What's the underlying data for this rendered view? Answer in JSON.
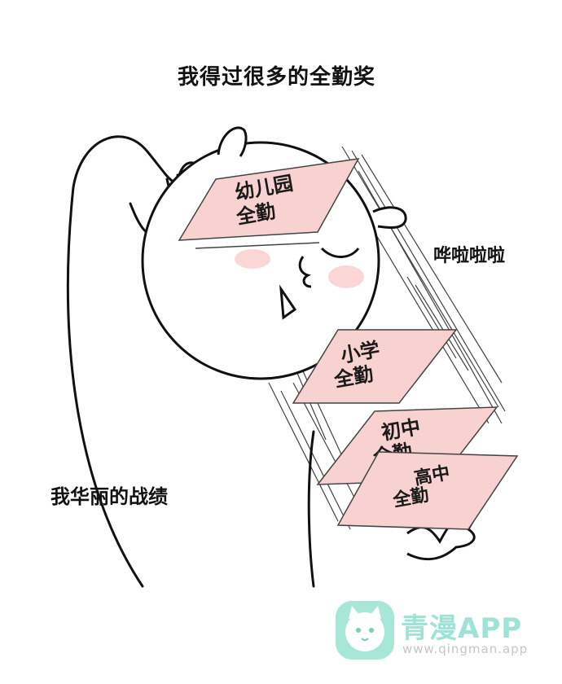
{
  "captions": {
    "title": "我得过很多的全勤奖",
    "sound_effect": "哗啦啦啦",
    "record": "我华丽的战绩"
  },
  "certificates": [
    {
      "line1": "幼儿园",
      "line2": "全勤"
    },
    {
      "line1": "小学",
      "line2": "全勤"
    },
    {
      "line1": "初中",
      "line2": "全勤"
    },
    {
      "line1": "高中",
      "line2": "全勤"
    }
  ],
  "watermark": {
    "name": "青漫APP",
    "url": "www.qingman.app",
    "logo_icon": "cat-face-icon"
  },
  "colors": {
    "certificate_fill": "#f7d2d0",
    "blush": "#fbd6d6",
    "watermark_green": "#9fe3d6",
    "ink": "#111111"
  }
}
